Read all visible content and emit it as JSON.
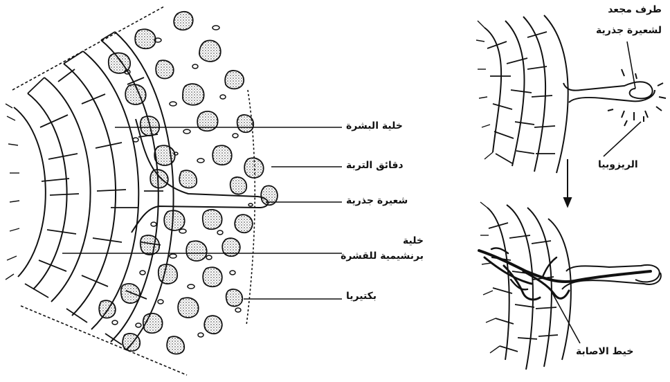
{
  "labels": {
    "epidermis_cell": "خلية البشرة",
    "soil_particles": "دقائق التربة",
    "root_hair": "شعيرة جذرية",
    "cortex_cell_line1": "خلية",
    "cortex_cell_line2": "برنشيمية للقشرة",
    "bacteria": "بكتيريا",
    "curled_tip_line1": "طرف مجعد",
    "curled_tip_line2": "لشعيرة جذرية",
    "rhizobia": "الريزوبيا",
    "infection_thread": "خيط الاصابة"
  },
  "colors": {
    "ink": "#111111",
    "background": "#ffffff"
  }
}
